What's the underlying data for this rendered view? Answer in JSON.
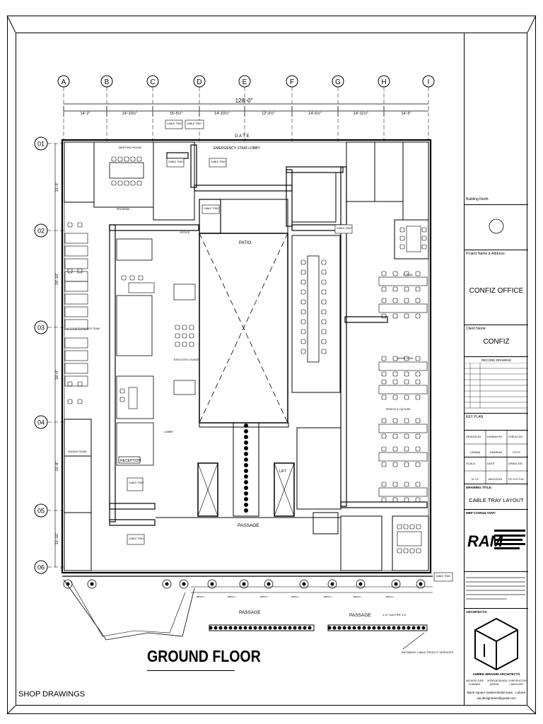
{
  "sheet": {
    "drawing_title": "GROUND FLOOR",
    "footer_note": "SHOP DRAWINGS"
  },
  "grid": {
    "columns": [
      "A",
      "B",
      "C",
      "D",
      "E",
      "F",
      "G",
      "H",
      "I"
    ],
    "rows": [
      "01",
      "02",
      "03",
      "04",
      "05",
      "06"
    ],
    "overall_dimension": "128'-0\"",
    "col_dimensions": [
      "14'-2\"",
      "14'-10½\"",
      "15'-5½\"",
      "14'-10½\"",
      "12'-0½\"",
      "14'-6½\"",
      "14'-11½\"",
      "14'-5\""
    ],
    "row_dimensions": [
      "15'-5\"",
      "18'-10\"",
      "18'-0\"",
      "15'-8\"",
      "15'-10\""
    ]
  },
  "plan": {
    "labels": {
      "gate": "G A T E",
      "emergency": "EMERGENCY STAIR LOBBY",
      "patio": "PATIO",
      "passage_inner": "PASSAGE",
      "passage_left": "PASSAGE",
      "passage_right": "PASSAGE",
      "reception": "RECEPTION",
      "lobby": "LOBBY",
      "cable_tray_1": "CABLE TRAY",
      "cable_tray_2": "CABLE TRAY",
      "cable_tray_3": "CABLE TRAY",
      "cable_tray_4": "CABLE TRAY",
      "cable_tray_5": "CABLE TRAY",
      "cable_tray_6": "CABLE TRAY",
      "cable_tray_7": "CABLE TRAY",
      "cable_tray_8": "CABLE TRAY",
      "cable_tray_9": "CABLE TRAY",
      "pipe_note": "1-½\" DIA PIPE 4.5'",
      "incoming": "INCOMING CABLE FROM IT SERVICES",
      "meeting_room": "MEETING ROOM",
      "office": "OFFICE",
      "executive": "EXECUTIVE LOUNGE",
      "accounts": "ACCOUNTS/FINANCE TEAM",
      "program": "PROGRAM",
      "people_culture": "PEOPLE & CULTURE",
      "huddle": "HUDDLE ROOM",
      "it_team": "IT TEAM",
      "admin": "ADMIN TEAM",
      "bench_1": "BENCH",
      "bench_2": "BENCH",
      "bench_3": "BENCH",
      "bench_4": "BENCH",
      "bench_5": "BENCH",
      "bench_6": "BENCH",
      "bench_7": "BENCH",
      "lift": "LIFT"
    }
  },
  "title_block": {
    "building_north": "Building North:",
    "project_label": "Project Name & Address:",
    "project_name": "CONFIZ OFFICE",
    "client_label": "Client Name:",
    "client_name": "CONFIZ",
    "record_label": "RECORD DRAWING",
    "key_plan": "KEY PLAN",
    "design_by_label": "DESIGN BY",
    "drawn_by_label": "DRAWN BY",
    "check_by_label": "CHECK BY",
    "design_by": "USAMA",
    "drawn_by": "KAMRAN",
    "check_by": "O.R.S",
    "scale_label": "SCALE",
    "date_label": "DATE",
    "drwg_no_label": "DRWG NO",
    "scale": "N.T.S",
    "date": "18/01/2023",
    "drwg_no": "CF-G-CT-01",
    "drawing_title_label": "DRAWING TITLE:",
    "drawing_title": "CABLE TRAY LAYOUT",
    "mep_label": "MEP CONSULTANT:",
    "mep_logo": "RAM",
    "architects_label": "ARCHITECTS:",
    "firm_name": "AHMED IBRAHIM ARCHITECTS",
    "firm_services_1": "ARCHITECTURE",
    "firm_services_2": "INTERIOR DESIGN",
    "firm_services_3": "CONSTRUCTION",
    "firm_services_4": "PLANNING",
    "firm_services_5": "DESIGN",
    "firm_services_6": "LANDSCAPE",
    "address": "Bank square market Model town . Lahore",
    "email": "aia.designteam@gmail.com"
  }
}
